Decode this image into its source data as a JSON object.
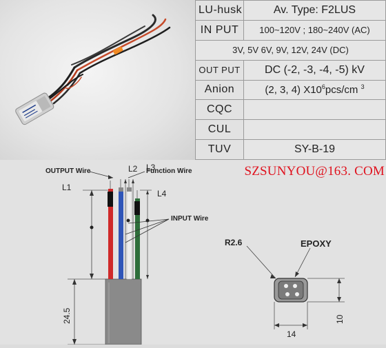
{
  "spec_table": {
    "header_label": "LU-husk",
    "header_value": "Av. Type: F2LUS",
    "input_label": "IN PUT",
    "input_ac": "100~120V ; 180~240V (AC)",
    "input_dc": "3V, 5V 6V, 9V, 12V, 24V  (DC)",
    "output_label": "OUT PUT",
    "output_value": "DC (-2, -3, -4, -5) kV",
    "anion_label": "Anion",
    "anion_value_prefix": "(2, 3, 4) X10",
    "anion_exponent": "6",
    "anion_unit": "pcs/cm",
    "anion_unit_exponent": "3",
    "cqc_label": "CQC",
    "cqc_value": "",
    "cul_label": "CUL",
    "cul_value": "",
    "tuv_label": "TUV",
    "tuv_value": "SY-B-19"
  },
  "contact_email": "SZSUNYOU@163. COM",
  "diagram": {
    "output_wire_label": "OUTPUT Wire",
    "function_wire_label": "Function Wire",
    "input_wire_label": "INPUT Wire",
    "l1_label": "L1",
    "l2_label": "L2",
    "l3_label": "L3",
    "l4_label": "L4",
    "dimension_body_length": "24.5",
    "r_label": "R2.6",
    "epoxy_label": "EPOXY",
    "width_dim": "14",
    "height_dim": "10"
  },
  "colors": {
    "wire_red": "#cf2a2a",
    "wire_blue": "#2f55b8",
    "wire_white": "#ededed",
    "wire_green": "#2e6e3a",
    "wire_black": "#1a1a1a",
    "email_red": "#e0121e",
    "body_gray": "#8a8a8a"
  }
}
